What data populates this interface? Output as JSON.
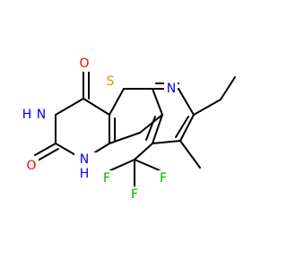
{
  "colors": {
    "bond": "#000000",
    "oxygen": "#ff0000",
    "nitrogen": "#0000ff",
    "sulfur": "#c8a000",
    "fluorine": "#00b400"
  },
  "atoms": {
    "O1": "O",
    "O2": "O",
    "S": "S",
    "N_pyridine": "N",
    "NH_amide": "N",
    "H_amide": "H",
    "NH_lower": "N",
    "H_lower": "H",
    "F1": "F",
    "F2": "F",
    "F3": "F"
  }
}
